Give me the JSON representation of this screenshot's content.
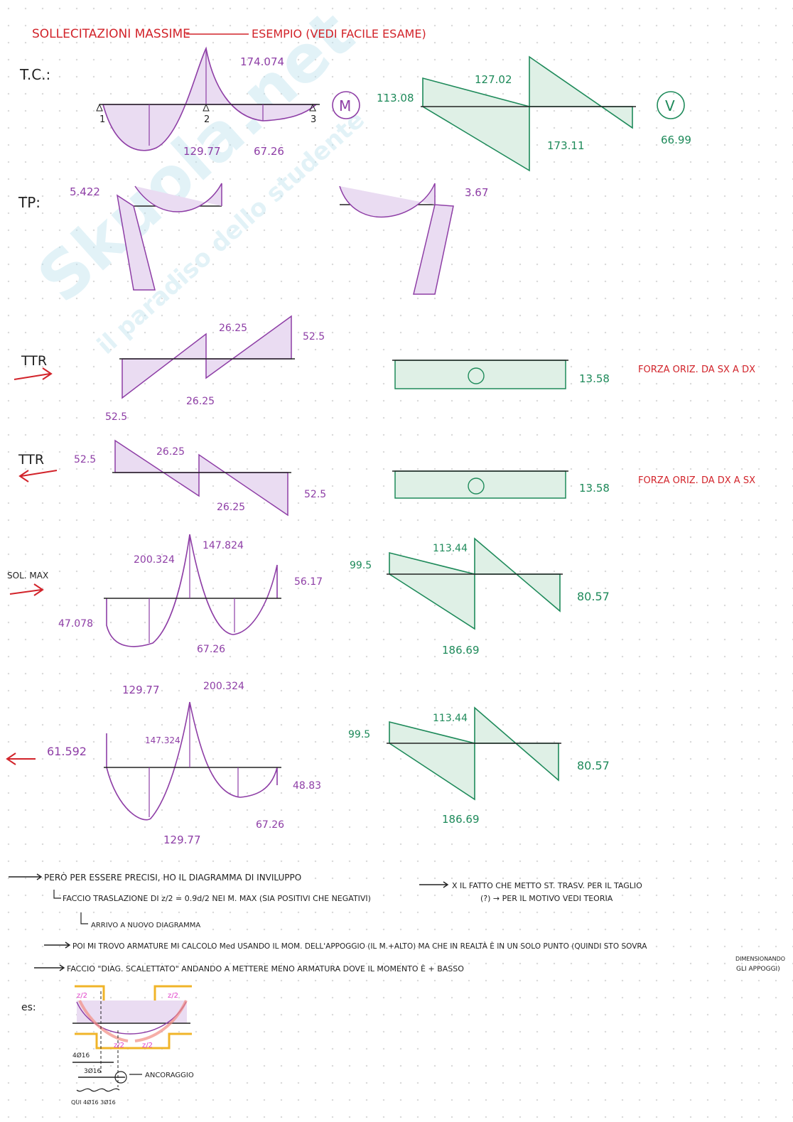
{
  "title": "SOLLECITAZIONI MASSIME",
  "title_suffix": "ESEMPIO (VEDI FACILE ESAME)",
  "watermark": {
    "brand": "Skuola.net",
    "tagline": "il paradiso dello studente"
  },
  "sections": {
    "tc": {
      "label": "T.C.:",
      "m_badge": "M",
      "v_badge": "V",
      "m_peak": "174.074",
      "m_span1": "129.77",
      "m_span2": "67.26",
      "v_left": "113.08",
      "v_mid_top": "127.02",
      "v_mid_bottom": "173.11",
      "v_right": "66.99",
      "support_1": "1",
      "support_2": "2",
      "support_3": "3"
    },
    "tp": {
      "label": "TP:",
      "left_value": "5.422",
      "right_value": "3.67"
    },
    "ttr1": {
      "label": "TTR",
      "top_right": "52.5",
      "mid_top": "26.25",
      "mid_bottom": "26.25",
      "bottom_left": "52.5",
      "shear_value": "13.58",
      "minus": "⊖",
      "note": "FORZA ORIZ. DA SX A DX"
    },
    "ttr2": {
      "label": "TTR",
      "top_left": "52.5",
      "mid_top": "26.25",
      "mid_bottom": "26.25",
      "bottom_right": "52.5",
      "shear_value": "13.58",
      "minus": "⊖",
      "note": "FORZA ORIZ. DA DX A SX"
    },
    "solmax1": {
      "label": "SOL. MAX",
      "peak": "200.324",
      "peak2": "147.824",
      "right": "56.17",
      "left": "47.078",
      "span1": "129.77",
      "span2": "67.26",
      "v_left": "99.5",
      "v_mid_top": "113.44",
      "v_mid_bottom": "186.69",
      "v_right": "80.57"
    },
    "solmax2": {
      "peak": "200.324",
      "peak2": "147.324",
      "left": "61.592",
      "right": "48.83",
      "span1": "129.77",
      "span2": "67.26",
      "v_left": "99.5",
      "v_mid_top": "113.44",
      "v_mid_bottom": "186.69",
      "v_right": "80.57"
    }
  },
  "notes": {
    "line1": "PERÒ PER ESSERE PRECISI, HO IL DIAGRAMMA DI INVILUPPO",
    "line1_right": "X IL FATTO CHE METTO ST. TRASV. PER IL TAGLIO",
    "line1_right2": "(?) → PER IL MOTIVO VEDI TEORIA",
    "line2": "FACCIO TRASLAZIONE DI z/2 = 0.9d/2 NEI M. MAX (SIA POSITIVI CHE NEGATIVI)",
    "line3": "ARRIVO A NUOVO DIAGRAMMA",
    "line4": "POI MI TROVO ARMATURE MI CALCOLO Med USANDO IL MOM. DELL'APPOGGIO (IL M.+ALTO) MA CHE IN REALTÀ È IN UN SOLO PUNTO (QUINDI STO SOVRA",
    "line4_end": "DIMENSIONANDO",
    "line5": "FACCIO \"DIAG. SCALETTATO\" ANDANDO A METTERE MENO ARMATURA DOVE IL MOMENTO È + BASSO",
    "line5_end": "GLI APPOGGI)",
    "es_label": "es:",
    "z2": "z/2",
    "bar1": "4Ø16",
    "bar2": "3Ø16",
    "bar3": "QUI 4Ø16  3Ø16",
    "anchor": "ANCORAGGIO"
  }
}
